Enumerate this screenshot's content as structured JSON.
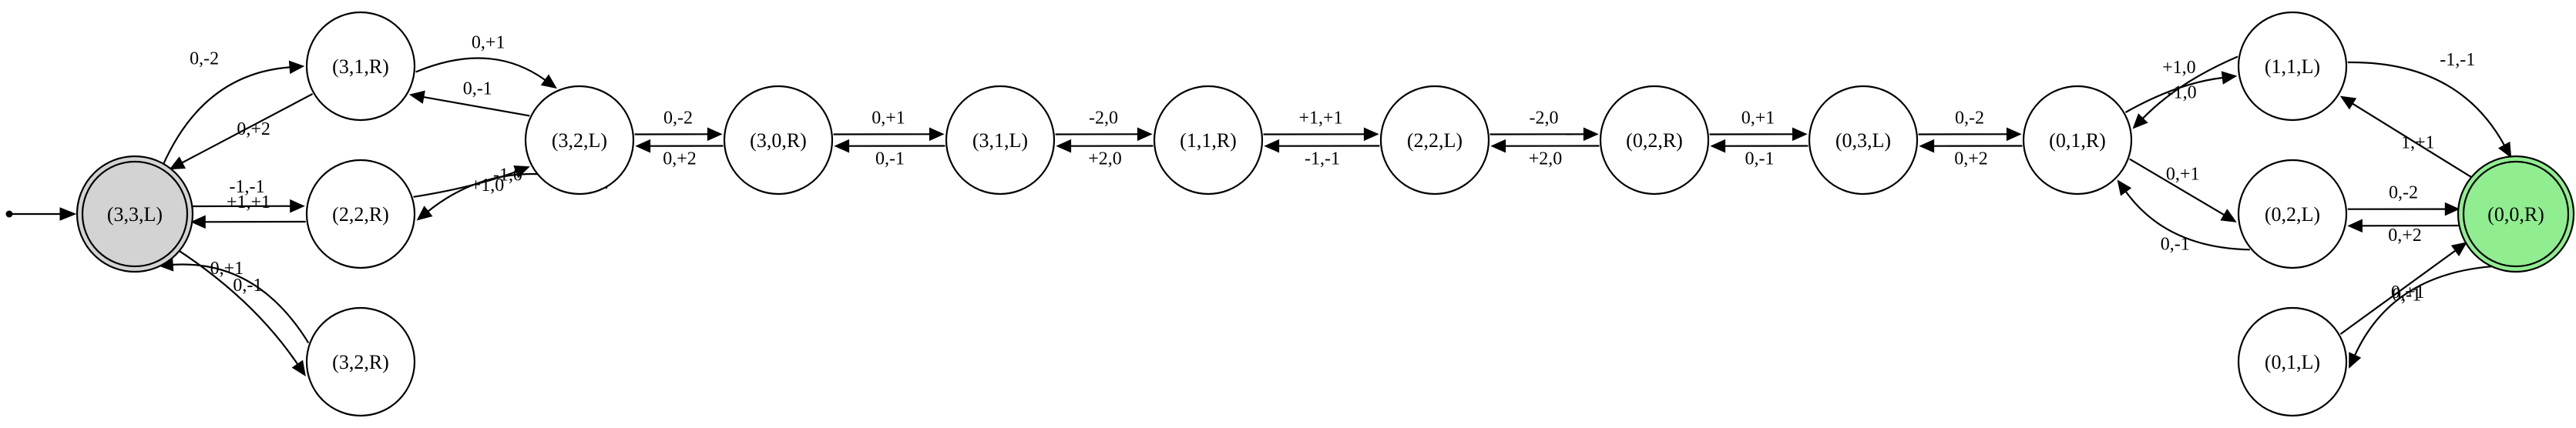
{
  "colors": {
    "start_fill": "#d3d3d3",
    "goal_fill": "#90ee90",
    "default_fill": "#ffffff",
    "stroke": "#000000"
  },
  "nodes": [
    {
      "id": "n33L",
      "label": "(3,3,L)",
      "role": "start"
    },
    {
      "id": "n31R",
      "label": "(3,1,R)"
    },
    {
      "id": "n22R",
      "label": "(2,2,R)"
    },
    {
      "id": "n32R",
      "label": "(3,2,R)"
    },
    {
      "id": "n32L",
      "label": "(3,2,L)"
    },
    {
      "id": "n30R",
      "label": "(3,0,R)"
    },
    {
      "id": "n31L",
      "label": "(3,1,L)"
    },
    {
      "id": "n11R",
      "label": "(1,1,R)"
    },
    {
      "id": "n22L",
      "label": "(2,2,L)"
    },
    {
      "id": "n02R",
      "label": "(0,2,R)"
    },
    {
      "id": "n03L",
      "label": "(0,3,L)"
    },
    {
      "id": "n01R",
      "label": "(0,1,R)"
    },
    {
      "id": "n11L",
      "label": "(1,1,L)"
    },
    {
      "id": "n02L",
      "label": "(0,2,L)"
    },
    {
      "id": "n00R",
      "label": "(0,0,R)",
      "role": "goal"
    },
    {
      "id": "n01L",
      "label": "(0,1,L)"
    }
  ],
  "edges": [
    {
      "from": "n33L",
      "to": "n31R",
      "label": "0,-2"
    },
    {
      "from": "n31R",
      "to": "n33L",
      "label": "0,+2"
    },
    {
      "from": "n33L",
      "to": "n22R",
      "label": "-1,-1"
    },
    {
      "from": "n22R",
      "to": "n33L",
      "label": "+1,+1"
    },
    {
      "from": "n33L",
      "to": "n32R",
      "label": "0,-1"
    },
    {
      "from": "n32R",
      "to": "n33L",
      "label": "0,+1"
    },
    {
      "from": "n31R",
      "to": "n32L",
      "label": "0,+1"
    },
    {
      "from": "n32L",
      "to": "n31R",
      "label": "0,-1"
    },
    {
      "from": "n22R",
      "to": "n32L",
      "label": "+1,0"
    },
    {
      "from": "n32L",
      "to": "n22R",
      "label": "-1,0"
    },
    {
      "from": "n32L",
      "to": "n30R",
      "label": "0,-2"
    },
    {
      "from": "n30R",
      "to": "n32L",
      "label": "0,+2"
    },
    {
      "from": "n30R",
      "to": "n31L",
      "label": "0,+1"
    },
    {
      "from": "n31L",
      "to": "n30R",
      "label": "0,-1"
    },
    {
      "from": "n31L",
      "to": "n11R",
      "label": "-2,0"
    },
    {
      "from": "n11R",
      "to": "n31L",
      "label": "+2,0"
    },
    {
      "from": "n11R",
      "to": "n22L",
      "label": "+1,+1"
    },
    {
      "from": "n22L",
      "to": "n11R",
      "label": "-1,-1"
    },
    {
      "from": "n22L",
      "to": "n02R",
      "label": "-2,0"
    },
    {
      "from": "n02R",
      "to": "n22L",
      "label": "+2,0"
    },
    {
      "from": "n02R",
      "to": "n03L",
      "label": "0,+1"
    },
    {
      "from": "n03L",
      "to": "n02R",
      "label": "0,-1"
    },
    {
      "from": "n03L",
      "to": "n01R",
      "label": "0,-2"
    },
    {
      "from": "n01R",
      "to": "n03L",
      "label": "0,+2"
    },
    {
      "from": "n01R",
      "to": "n11L",
      "label": "+1,0"
    },
    {
      "from": "n11L",
      "to": "n01R",
      "label": "-1,0"
    },
    {
      "from": "n01R",
      "to": "n02L",
      "label": "0,+1"
    },
    {
      "from": "n02L",
      "to": "n01R",
      "label": "0,-1"
    },
    {
      "from": "n11L",
      "to": "n00R",
      "label": "-1,-1"
    },
    {
      "from": "n00R",
      "to": "n11L",
      "label": "1,+1"
    },
    {
      "from": "n02L",
      "to": "n00R",
      "label": "0,-2"
    },
    {
      "from": "n00R",
      "to": "n02L",
      "label": "0,+2"
    },
    {
      "from": "n01L",
      "to": "n00R",
      "label": "0,-1"
    },
    {
      "from": "n00R",
      "to": "n01L",
      "label": "0,+1"
    }
  ]
}
